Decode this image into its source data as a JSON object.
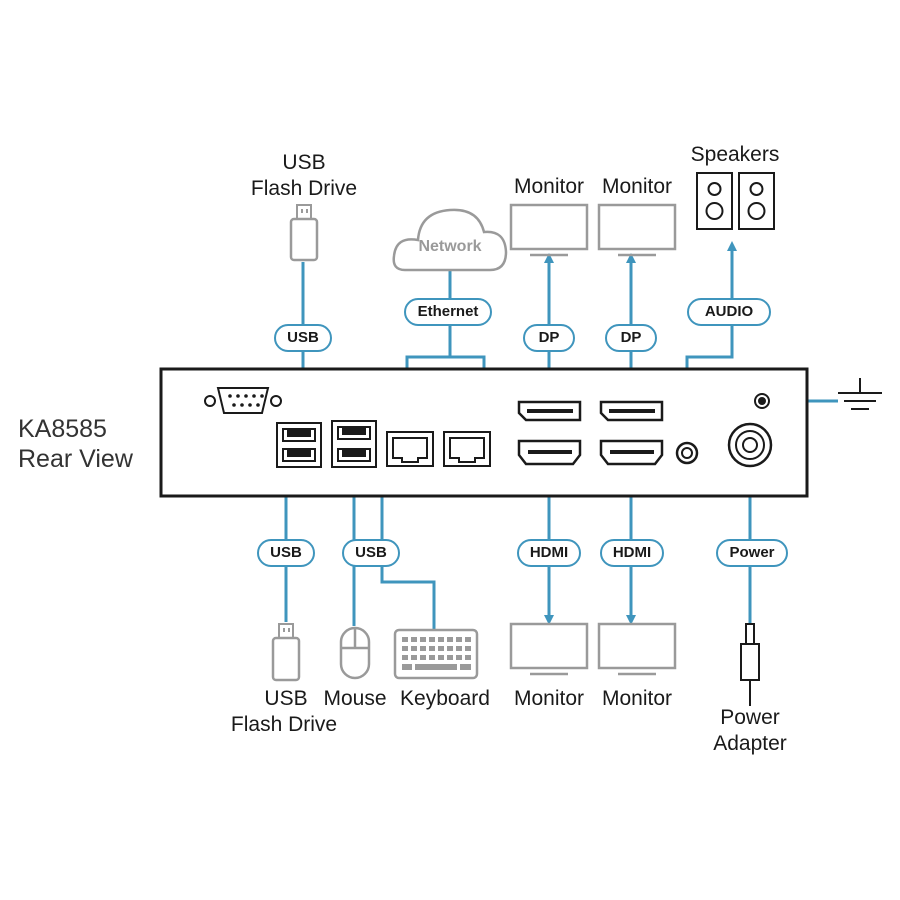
{
  "diagram": {
    "title_line1": "KA8585",
    "title_line2": "Rear View",
    "cloud_label": "Network",
    "connectors": {
      "usb_top": "USB",
      "ethernet": "Ethernet",
      "dp1": "DP",
      "dp2": "DP",
      "audio": "AUDIO",
      "usb_bottom_left": "USB",
      "usb_bottom_mid": "USB",
      "hdmi1": "HDMI",
      "hdmi2": "HDMI",
      "power": "Power"
    },
    "devices": {
      "usb_flash_top_line1": "USB",
      "usb_flash_top_line2": "Flash Drive",
      "monitor_top1": "Monitor",
      "monitor_top2": "Monitor",
      "speakers": "Speakers",
      "usb_flash_bottom_line1": "USB",
      "usb_flash_bottom_line2": "Flash Drive",
      "mouse": "Mouse",
      "keyboard": "Keyboard",
      "monitor_bottom1": "Monitor",
      "monitor_bottom2": "Monitor",
      "power_adapter_line1": "Power",
      "power_adapter_line2": "Adapter"
    },
    "colors": {
      "cable": "#3f95bd",
      "device_outline": "#9a9a9a",
      "panel": "#1a1a1a"
    }
  }
}
